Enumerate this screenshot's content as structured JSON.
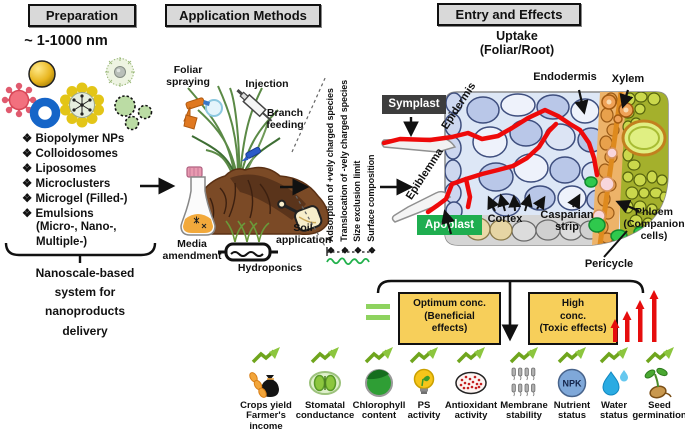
{
  "colors": {
    "header_bg": "#d9d9d9",
    "symplast_bg": "#3d3d3d",
    "apoplast_bg": "#1fae50",
    "conc_box_bg": "#f7cf5a",
    "path_red": "#ee0a0a",
    "trend_green": "#6fa51d"
  },
  "preparation": {
    "header": "Preparation",
    "size_range": "~ 1-1000 nm",
    "np_list": [
      "❖ Biopolymer NPs",
      "❖ Colloidosomes",
      "❖ Liposomes",
      "❖ Microclusters",
      "❖ Microgel (Filled-)",
      "❖ Emulsions",
      "(Micro-, Nano-,",
      "Multiple-)"
    ],
    "footer": "Nanoscale-based\nsystem for\nnanoproducts\ndelivery"
  },
  "application": {
    "header": "Application Methods",
    "methods": {
      "foliar": "Foliar\nspraying",
      "injection": "Injection",
      "branch": "Branch\nfeeding",
      "media": "Media\namendment",
      "soil": "Soil\napplication",
      "hydroponics": "Hydroponics"
    }
  },
  "barriers": {
    "items": [
      "❖ Adsorption of +vely charged species",
      "❖ Translocation of -vely charged species",
      "❖ Size exclusion limit",
      "❖ Surface composition"
    ]
  },
  "entry": {
    "header": "Entry and Effects",
    "uptake": "Uptake\n(Foliar/Root)",
    "labels": {
      "symplast": "Symplast",
      "apoplast": "Apoplast",
      "epidermis": "Epidermis",
      "epiblemma": "Epiblemma",
      "endodermis": "Endodermis",
      "xylem": "Xylem",
      "cortex": "Cortex",
      "casparian": "Casparian\nstrip",
      "phloem": "Phloem\n(Companion\ncells)",
      "pericycle": "Pericycle"
    }
  },
  "concentration": {
    "optimum": "Optimum conc.\n(Beneficial\neffects)",
    "high": "High\nconc.\n(Toxic effects)"
  },
  "effects": [
    {
      "label": "Crops yield\nFarmer's\nincome"
    },
    {
      "label": "Stomatal\nconductance"
    },
    {
      "label": "Chlorophyll\ncontent"
    },
    {
      "label": "PS\nactivity"
    },
    {
      "label": "Antioxidant\nactivity"
    },
    {
      "label": "Membrane\nstability"
    },
    {
      "label": "Nutrient\nstatus",
      "badge": "NPK"
    },
    {
      "label": "Water\nstatus"
    },
    {
      "label": "Seed\ngermination"
    }
  ]
}
